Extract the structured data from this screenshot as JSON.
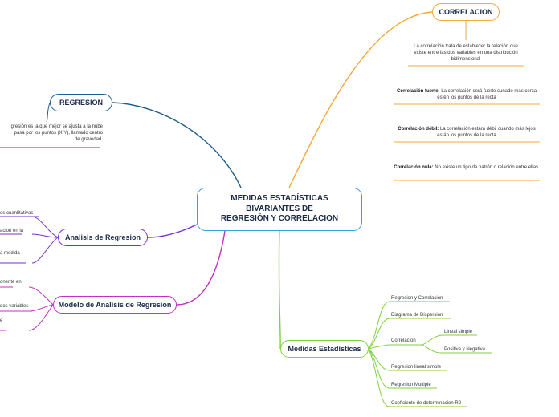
{
  "central": {
    "line1": "MEDIDAS ESTADÍSTICAS",
    "line2": "BIVARIANTES DE",
    "line3": "REGRESIÓN Y CORRELACION"
  },
  "correlacion": {
    "title": "CORRELACION",
    "desc": "La correlación trata de establecer la relación que existe entre las dos variables en una distribución bidimensional",
    "fuerte_label": "Correlación fuerte:",
    "fuerte_text": " La correlación será fuerte cunado más cerca estén los puntos de la recta",
    "debil_label": "Correlación débil:",
    "debil_text": " La correlación estará débil cuando más lejos están los puntos de la recta",
    "nula_label": "Correlación nula:",
    "nula_text": " No existe un tipo de patrón o relación entre ellas."
  },
  "regresion": {
    "title": "REGRESION",
    "desc_l1": "gresión es la que mejor se ajusta a la nube",
    "desc_l2": "pasa por los puntos (X,Y), llamado centro",
    "desc_l3": "de gravedad."
  },
  "analisis": {
    "title": "Analisis de Regresion",
    "items": [
      "es cuantitativas",
      "acion en la",
      "a medida"
    ]
  },
  "modelo": {
    "title": "Modelo de Analisis de Regresion",
    "items": [
      "onente en",
      "dos variables",
      "e"
    ]
  },
  "medidas": {
    "title": "Medidas Estadisticas",
    "items": [
      "Regresion y Correlacion",
      "Diagrama de Dispersion",
      "Correlacion",
      "Regresion lineal simple",
      "Regresion Multiple",
      "Coeficiente de determinacion R2"
    ],
    "subitems": [
      "Lineal simple",
      "Positiva y Negativa"
    ]
  }
}
